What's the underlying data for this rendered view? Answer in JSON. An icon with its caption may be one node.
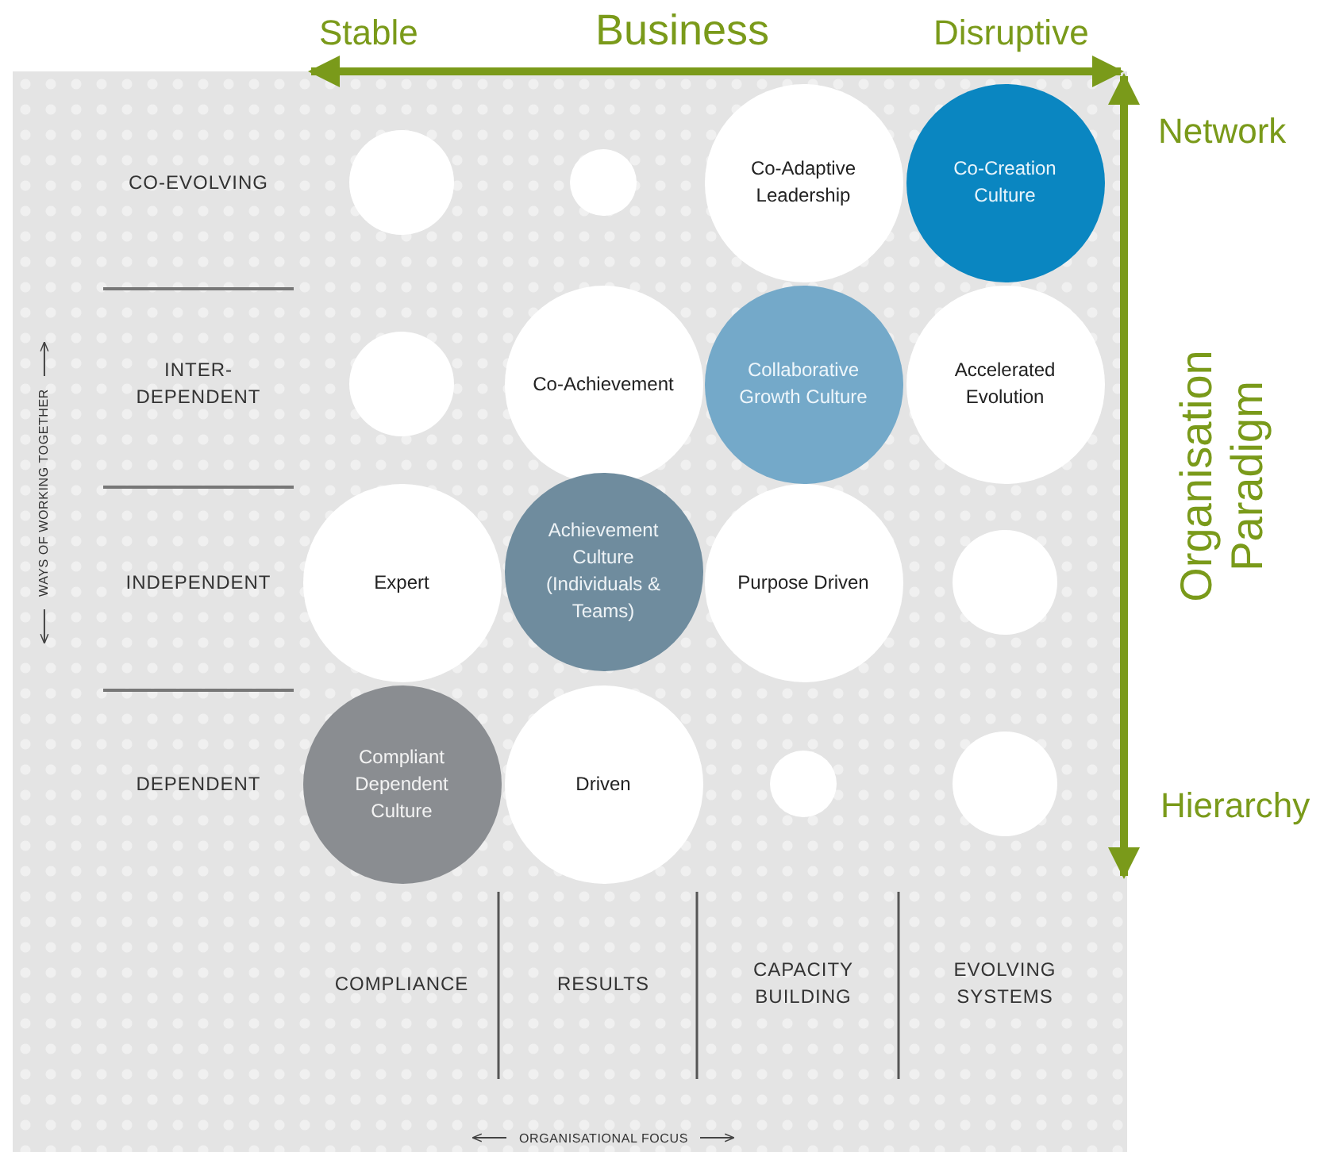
{
  "diagram": {
    "nodes": [
      {
        "text": [],
        "shape": "circle"
      },
      {
        "text": [],
        "shape": "circle"
      },
      {
        "text": [
          "Co-Adaptive Leadership"
        ]
      },
      {
        "text": [
          "Co-Creation Culture"
        ]
      },
      {
        "text": [],
        "shape": "circle"
      },
      {
        "text": [
          "Co-Achievement"
        ]
      },
      {
        "text": [
          "Collaborative Growth Culture"
        ]
      },
      {
        "text": [
          "Accelerated Evolution"
        ]
      },
      {
        "text": [
          "Expert"
        ]
      },
      {
        "text": [
          "Achievement Culture (Individuals & Teams)"
        ]
      },
      {
        "text": [
          "Purpose Driven"
        ]
      },
      {
        "text": [],
        "shape": "circle"
      },
      {
        "text": [
          "Compliant Dependent Culture"
        ]
      },
      {
        "text": [
          "Driven"
        ]
      },
      {
        "text": [],
        "shape": "circle"
      },
      {
        "text": [],
        "shape": "circle"
      }
    ],
    "edges": [],
    "labels": [
      "Stable",
      "Business",
      "Disruptive",
      "Network",
      "Organisation Paradigm",
      "Hierarchy",
      "CO-EVOLVING",
      "INTER-DEPENDENT",
      "INDEPENDENT",
      "DEPENDENT",
      "WAYS OF WORKING TOGETHER",
      "COMPLIANCE",
      "RESULTS",
      "CAPACITY BUILDING",
      "EVOLVING SYSTEMS",
      "ORGANISATIONAL FOCUS"
    ]
  }
}
